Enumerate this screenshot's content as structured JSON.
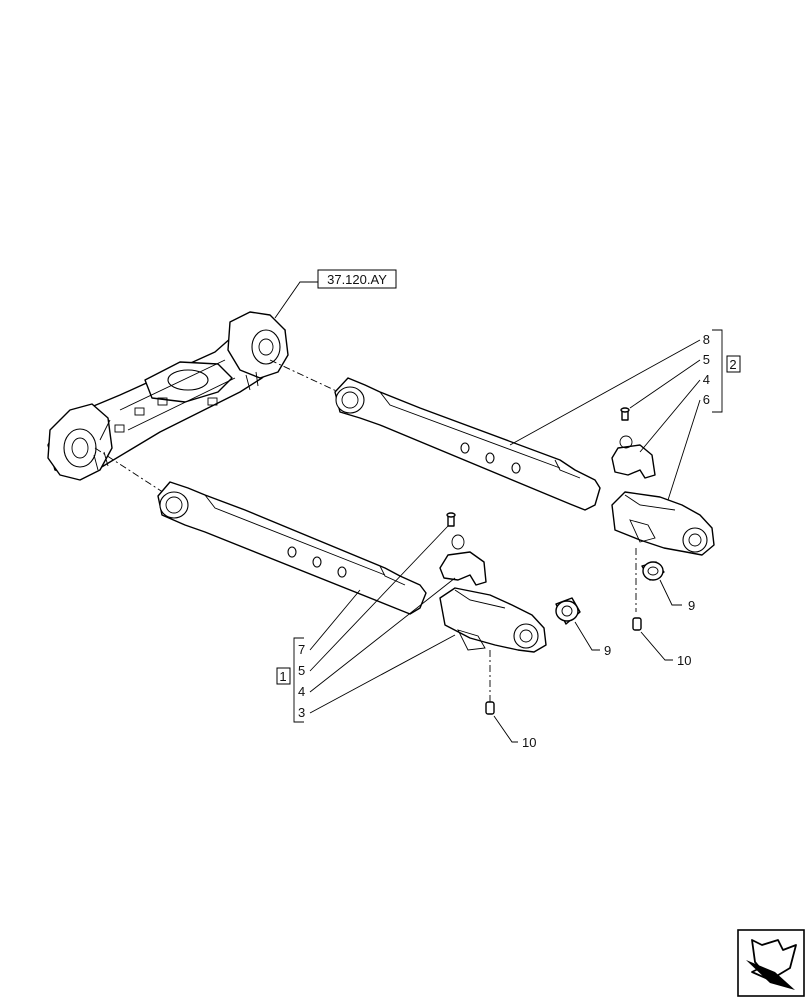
{
  "reference_box": {
    "label": "37.120.AY"
  },
  "groups": [
    {
      "id": "1",
      "label": "1",
      "items": [
        "7",
        "5",
        "4",
        "3"
      ]
    },
    {
      "id": "2",
      "label": "2",
      "items": [
        "8",
        "5",
        "4",
        "6"
      ]
    }
  ],
  "standalone_callouts": {
    "lower_bushing": "9",
    "upper_bushing": "9",
    "lower_pin": "10",
    "upper_pin": "10"
  },
  "nav_icon": {
    "name": "next-page-arrow-icon"
  }
}
